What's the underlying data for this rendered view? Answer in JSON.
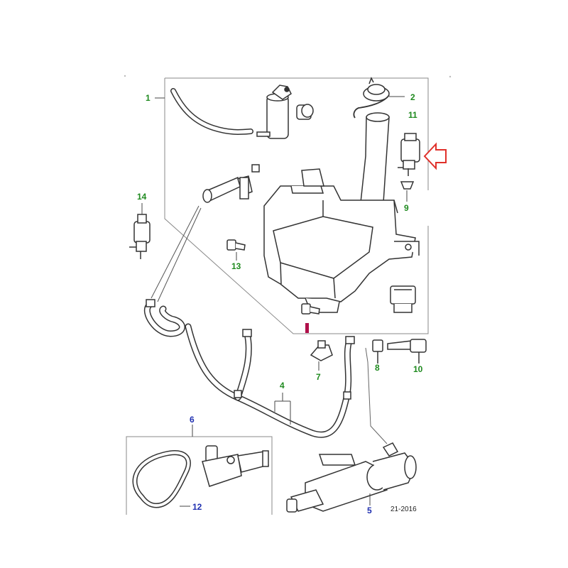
{
  "diagram": {
    "reference_code": "21-2016",
    "callouts": {
      "c1": "1",
      "c2": "2",
      "c4": "4",
      "c5": "5",
      "c6": "6",
      "c7": "7",
      "c8": "8",
      "c9": "9",
      "c10": "10",
      "c11": "11",
      "c12": "12",
      "c13": "13",
      "c14": "14"
    },
    "colors": {
      "callout_green": "#1f8a1f",
      "callout_blue": "#1f2fb0",
      "highlight_magenta": "#b0104a",
      "pointer_arrow": "#e0302a",
      "line": "#333333",
      "frame": "#888888"
    },
    "pointer_arrow_icon": "left-arrow-icon"
  }
}
